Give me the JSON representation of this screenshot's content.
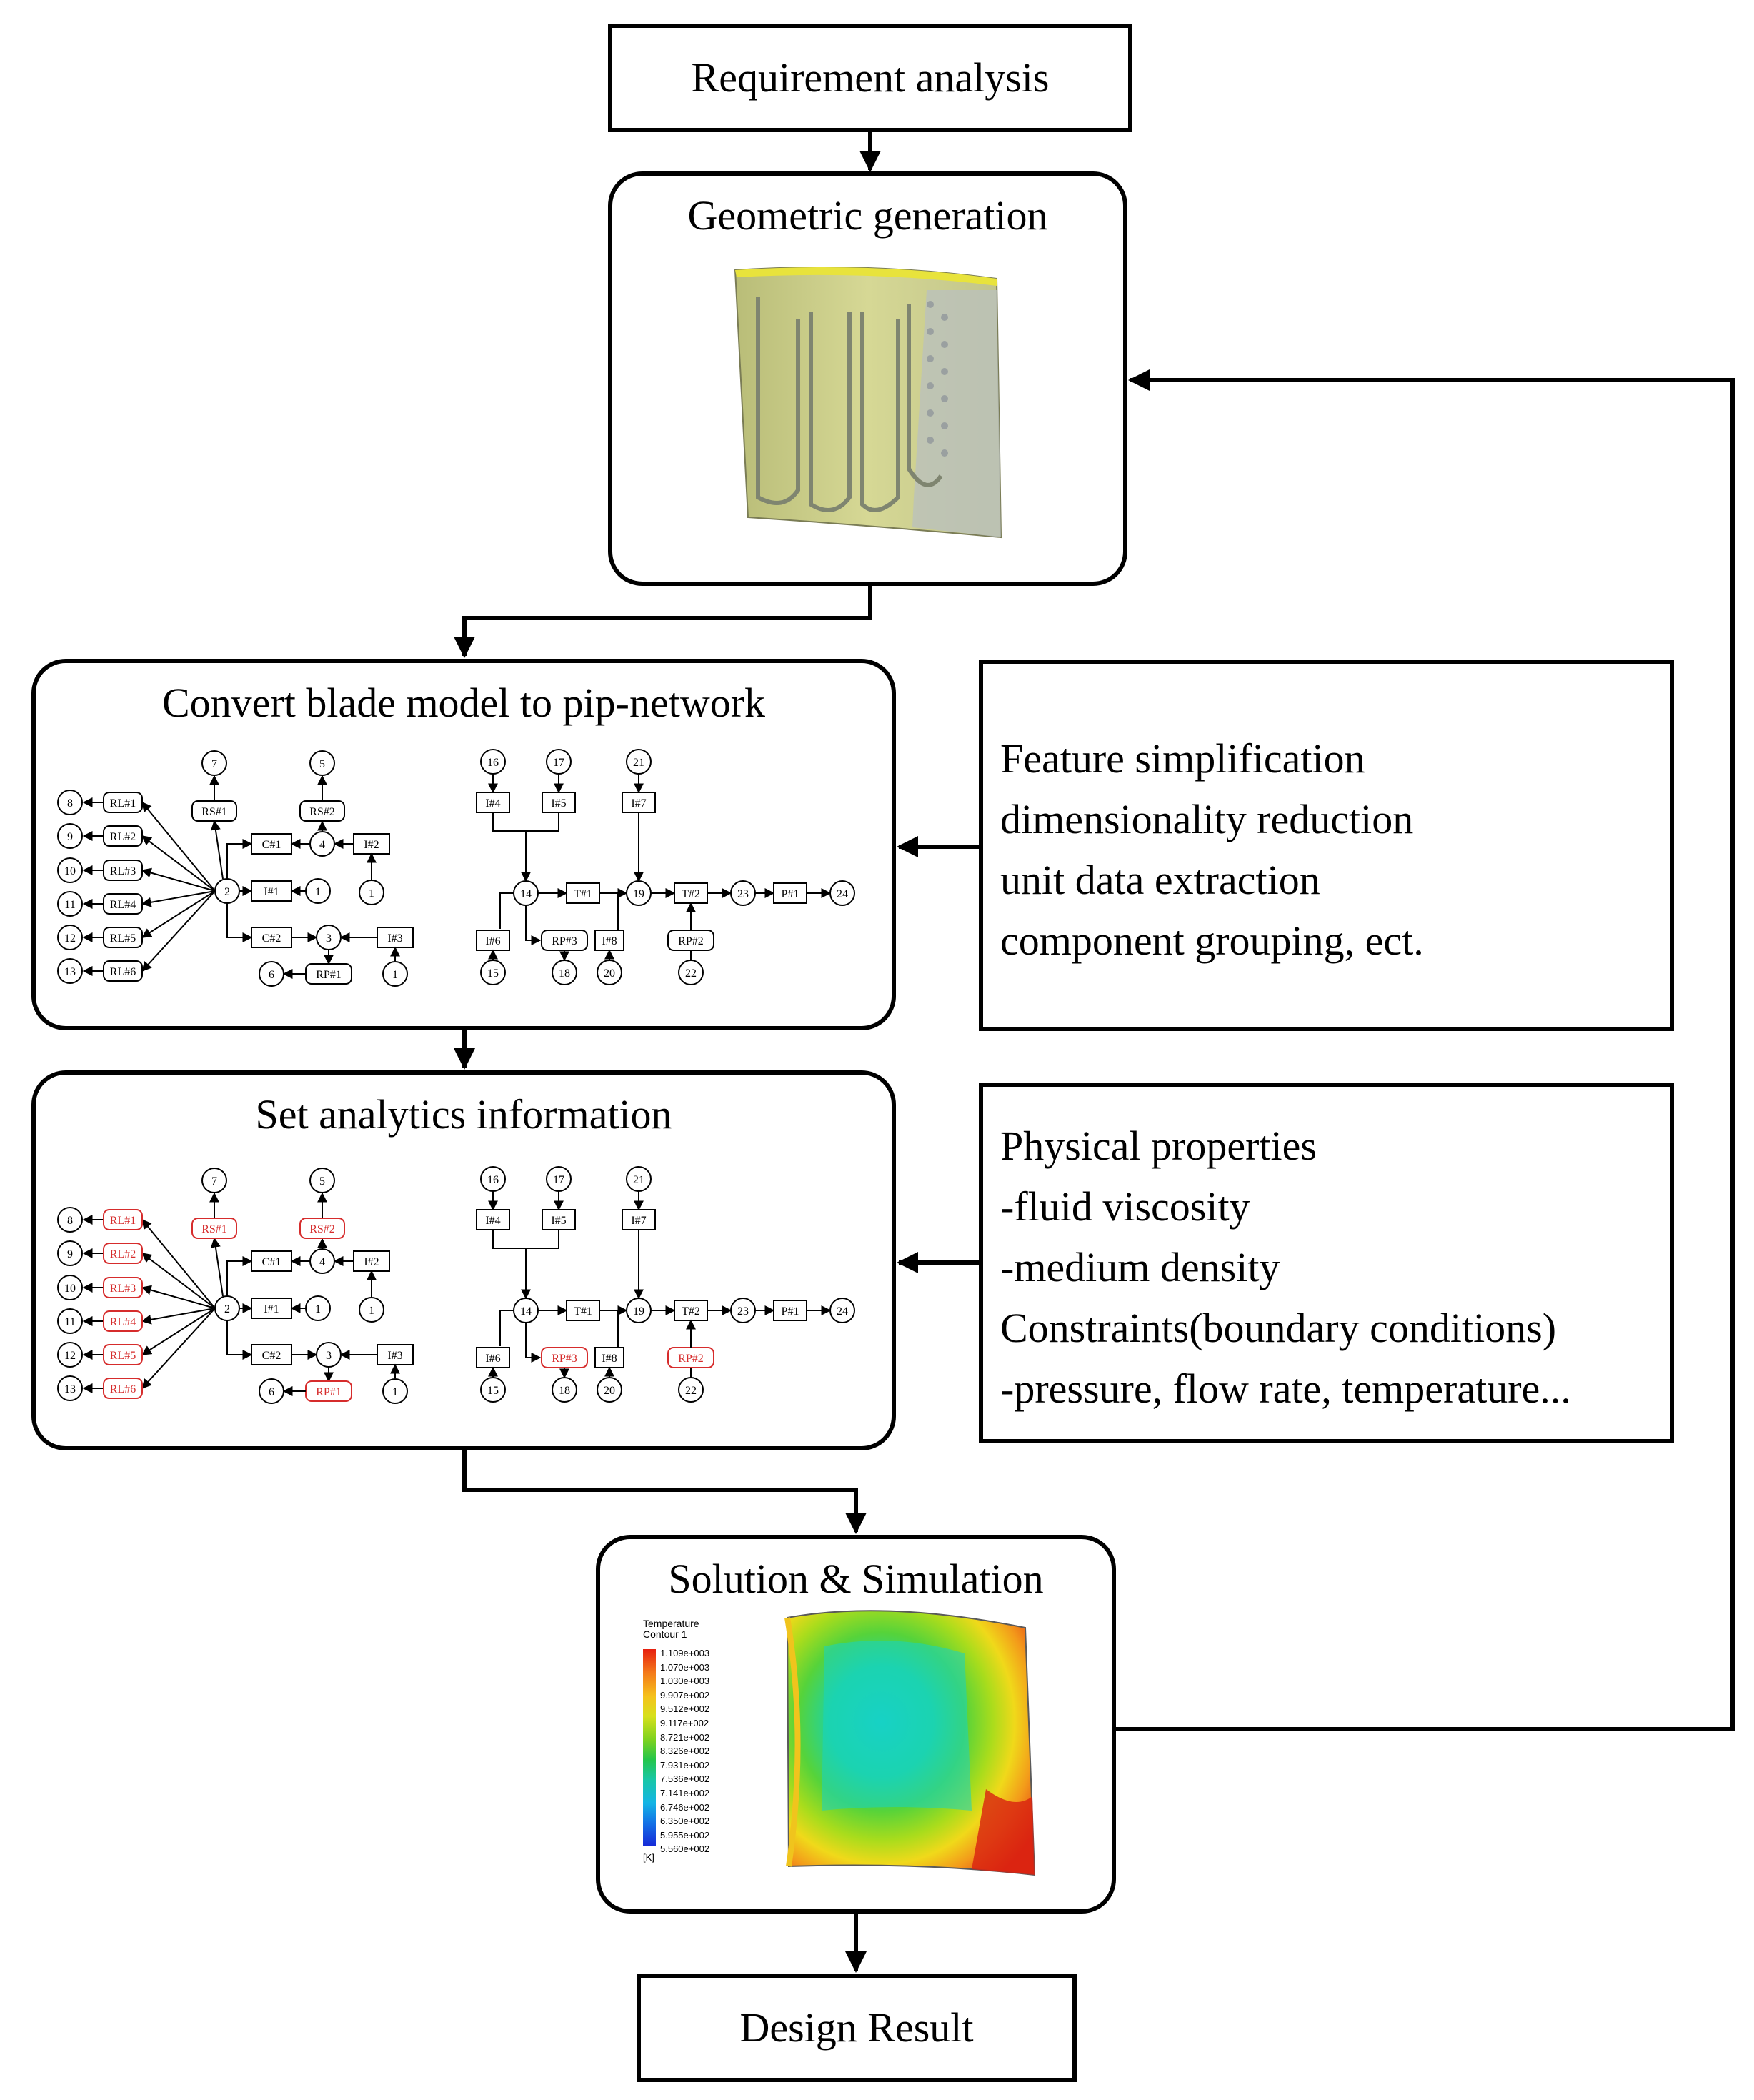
{
  "steps": {
    "requirement": "Requirement analysis",
    "geometric": "Geometric generation",
    "convert": "Convert blade model to pip-network",
    "analytics": "Set analytics information",
    "solution": "Solution & Simulation",
    "result": "Design Result"
  },
  "notes": {
    "convert": [
      "Feature simplification",
      "dimensionality reduction",
      "unit data extraction",
      "component grouping, ect."
    ],
    "analytics": [
      "Physical properties",
      "-fluid viscosity",
      "-medium density",
      "Constraints(boundary conditions)",
      "-pressure, flow rate,  temperature..."
    ]
  },
  "network": {
    "left_nodes": [
      "8",
      "9",
      "10",
      "11",
      "12",
      "13"
    ],
    "left_elements": [
      "RL#1",
      "RL#2",
      "RL#3",
      "RL#4",
      "RL#5",
      "RL#6"
    ],
    "rs1": "RS#1",
    "rs2": "RS#2",
    "c1": "C#1",
    "c2": "C#2",
    "i1": "I#1",
    "i2": "I#2",
    "i3": "I#3",
    "rp1": "RP#1",
    "n2": "2",
    "n3": "3",
    "n4": "4",
    "n1": "1",
    "n5": "5",
    "n6": "6",
    "n7": "7",
    "right": {
      "n16": "16",
      "n17": "17",
      "n21": "21",
      "i4": "I#4",
      "i5": "I#5",
      "i7": "I#7",
      "n14": "14",
      "t1": "T#1",
      "n19": "19",
      "t2": "T#2",
      "n23": "23",
      "p1": "P#1",
      "n24": "24",
      "i6": "I#6",
      "rp3": "RP#3",
      "i8": "I#8",
      "rp2": "RP#2",
      "n15": "15",
      "n18": "18",
      "n20": "20",
      "n22": "22"
    }
  },
  "legend": {
    "title": "Temperature",
    "subtitle": "Contour 1",
    "values": [
      "1.109e+003",
      "1.070e+003",
      "1.030e+003",
      "9.907e+002",
      "9.512e+002",
      "9.117e+002",
      "8.721e+002",
      "8.326e+002",
      "7.931e+002",
      "7.536e+002",
      "7.141e+002",
      "6.746e+002",
      "6.350e+002",
      "5.955e+002",
      "5.560e+002"
    ],
    "unit": "[K]"
  },
  "colors": {
    "highlight": "#d62c2c",
    "blade": "#c9cc86",
    "line": "#000000"
  }
}
